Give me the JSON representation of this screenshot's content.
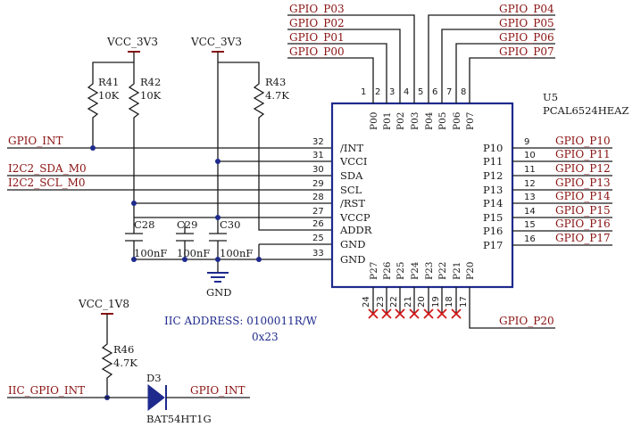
{
  "power": {
    "vcc3v3_a": "VCC_3V3",
    "vcc3v3_b": "VCC_3V3",
    "vcc1v8": "VCC_1V8",
    "gnd": "GND"
  },
  "resistors": [
    {
      "ref": "R41",
      "value": "10K"
    },
    {
      "ref": "R42",
      "value": "10K"
    },
    {
      "ref": "R43",
      "value": "4.7K"
    },
    {
      "ref": "R46",
      "value": "4.7K"
    }
  ],
  "capacitors": [
    {
      "ref": "C28",
      "value": "100nF"
    },
    {
      "ref": "C29",
      "value": "100nF"
    },
    {
      "ref": "C30",
      "value": "100nF"
    }
  ],
  "chip": {
    "ref": "U5",
    "part": "PCAL6524HEAZ",
    "left_pins": [
      {
        "num": "32",
        "name": "/INT"
      },
      {
        "num": "31",
        "name": "VCCI"
      },
      {
        "num": "30",
        "name": "SDA"
      },
      {
        "num": "29",
        "name": "SCL"
      },
      {
        "num": "28",
        "name": "/RST"
      },
      {
        "num": "27",
        "name": "VCCP"
      },
      {
        "num": "26",
        "name": "ADDR"
      },
      {
        "num": "25",
        "name": "GND"
      },
      {
        "num": "33",
        "name": "GND"
      }
    ],
    "top_pins": [
      {
        "num": "1",
        "name": "P00"
      },
      {
        "num": "2",
        "name": "P01"
      },
      {
        "num": "3",
        "name": "P02"
      },
      {
        "num": "4",
        "name": "P03"
      },
      {
        "num": "5",
        "name": "P04"
      },
      {
        "num": "6",
        "name": "P05"
      },
      {
        "num": "7",
        "name": "P06"
      },
      {
        "num": "8",
        "name": "P07"
      }
    ],
    "right_pins": [
      {
        "num": "9",
        "name": "P10"
      },
      {
        "num": "10",
        "name": "P11"
      },
      {
        "num": "11",
        "name": "P12"
      },
      {
        "num": "12",
        "name": "P13"
      },
      {
        "num": "13",
        "name": "P14"
      },
      {
        "num": "14",
        "name": "P15"
      },
      {
        "num": "15",
        "name": "P16"
      },
      {
        "num": "16",
        "name": "P17"
      }
    ],
    "bottom_pins": [
      {
        "num": "24",
        "name": "P27"
      },
      {
        "num": "23",
        "name": "P26"
      },
      {
        "num": "22",
        "name": "P25"
      },
      {
        "num": "21",
        "name": "P24"
      },
      {
        "num": "20",
        "name": "P23"
      },
      {
        "num": "19",
        "name": "P22"
      },
      {
        "num": "18",
        "name": "P21"
      },
      {
        "num": "17",
        "name": "P20"
      }
    ]
  },
  "nets": {
    "gpio_int": "GPIO_INT",
    "i2c_sda": "I2C2_SDA_M0",
    "i2c_scl": "I2C2_SCL_M0",
    "top": [
      "GPIO_P03",
      "GPIO_P02",
      "GPIO_P01",
      "GPIO_P00",
      "GPIO_P04",
      "GPIO_P05",
      "GPIO_P06",
      "GPIO_P07"
    ],
    "right": [
      "GPIO_P10",
      "GPIO_P11",
      "GPIO_P12",
      "GPIO_P13",
      "GPIO_P14",
      "GPIO_P15",
      "GPIO_P16",
      "GPIO_P17"
    ],
    "p20": "GPIO_P20",
    "iic_gpio_int": "IIC_GPIO_INT",
    "gpio_int_out": "GPIO_INT"
  },
  "diode": {
    "ref": "D3",
    "part": "BAT54HT1G"
  },
  "address_note": {
    "line1": "IIC ADDRESS:  0100011R/W",
    "line2": "0x23"
  }
}
